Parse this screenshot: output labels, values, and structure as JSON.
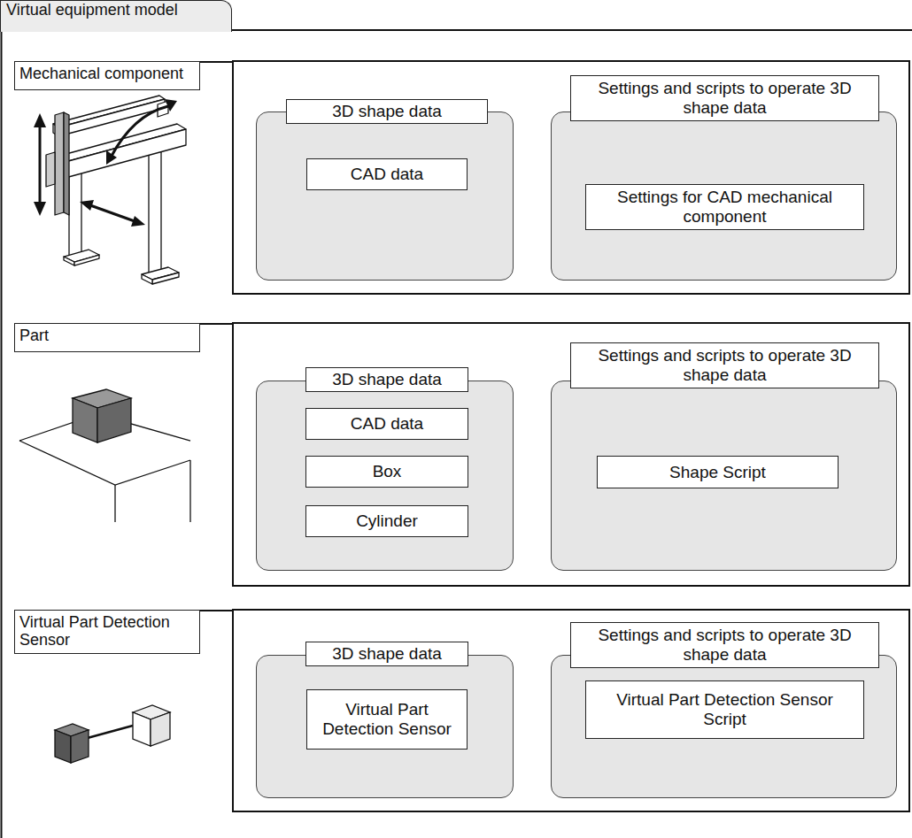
{
  "diagram": {
    "nodes": [
      {
        "text": [
          "Virtual equipment model"
        ]
      },
      {
        "text": [
          "Mechanical component"
        ],
        "in": 0
      },
      {
        "text": [
          "3D shape data"
        ],
        "in": 0
      },
      {
        "text": [
          "CAD data"
        ],
        "in": 2
      },
      {
        "text": [
          "Settings and scripts to operate 3D shape data"
        ],
        "in": 0
      },
      {
        "text": [
          "Settings for CAD mechanical component"
        ],
        "in": 4
      },
      {
        "text": [
          "Part"
        ],
        "in": 0
      },
      {
        "text": [
          "3D shape data"
        ],
        "in": 0
      },
      {
        "text": [
          "CAD data"
        ],
        "in": 7
      },
      {
        "text": [
          "Box"
        ],
        "in": 7
      },
      {
        "text": [
          "Cylinder"
        ],
        "in": 7
      },
      {
        "text": [
          "Settings and scripts to operate 3D shape data"
        ],
        "in": 0
      },
      {
        "text": [
          "Shape Script"
        ],
        "in": 11
      },
      {
        "text": [
          "Virtual Part Detection Sensor"
        ],
        "in": 0
      },
      {
        "text": [
          "3D shape data"
        ],
        "in": 0
      },
      {
        "text": [
          "Virtual Part Detection Sensor"
        ],
        "in": 14
      },
      {
        "text": [
          "Settings and scripts to operate 3D shape data"
        ],
        "in": 0
      },
      {
        "text": [
          "Virtual Part Detection Sensor Script"
        ],
        "in": 16
      }
    ]
  }
}
